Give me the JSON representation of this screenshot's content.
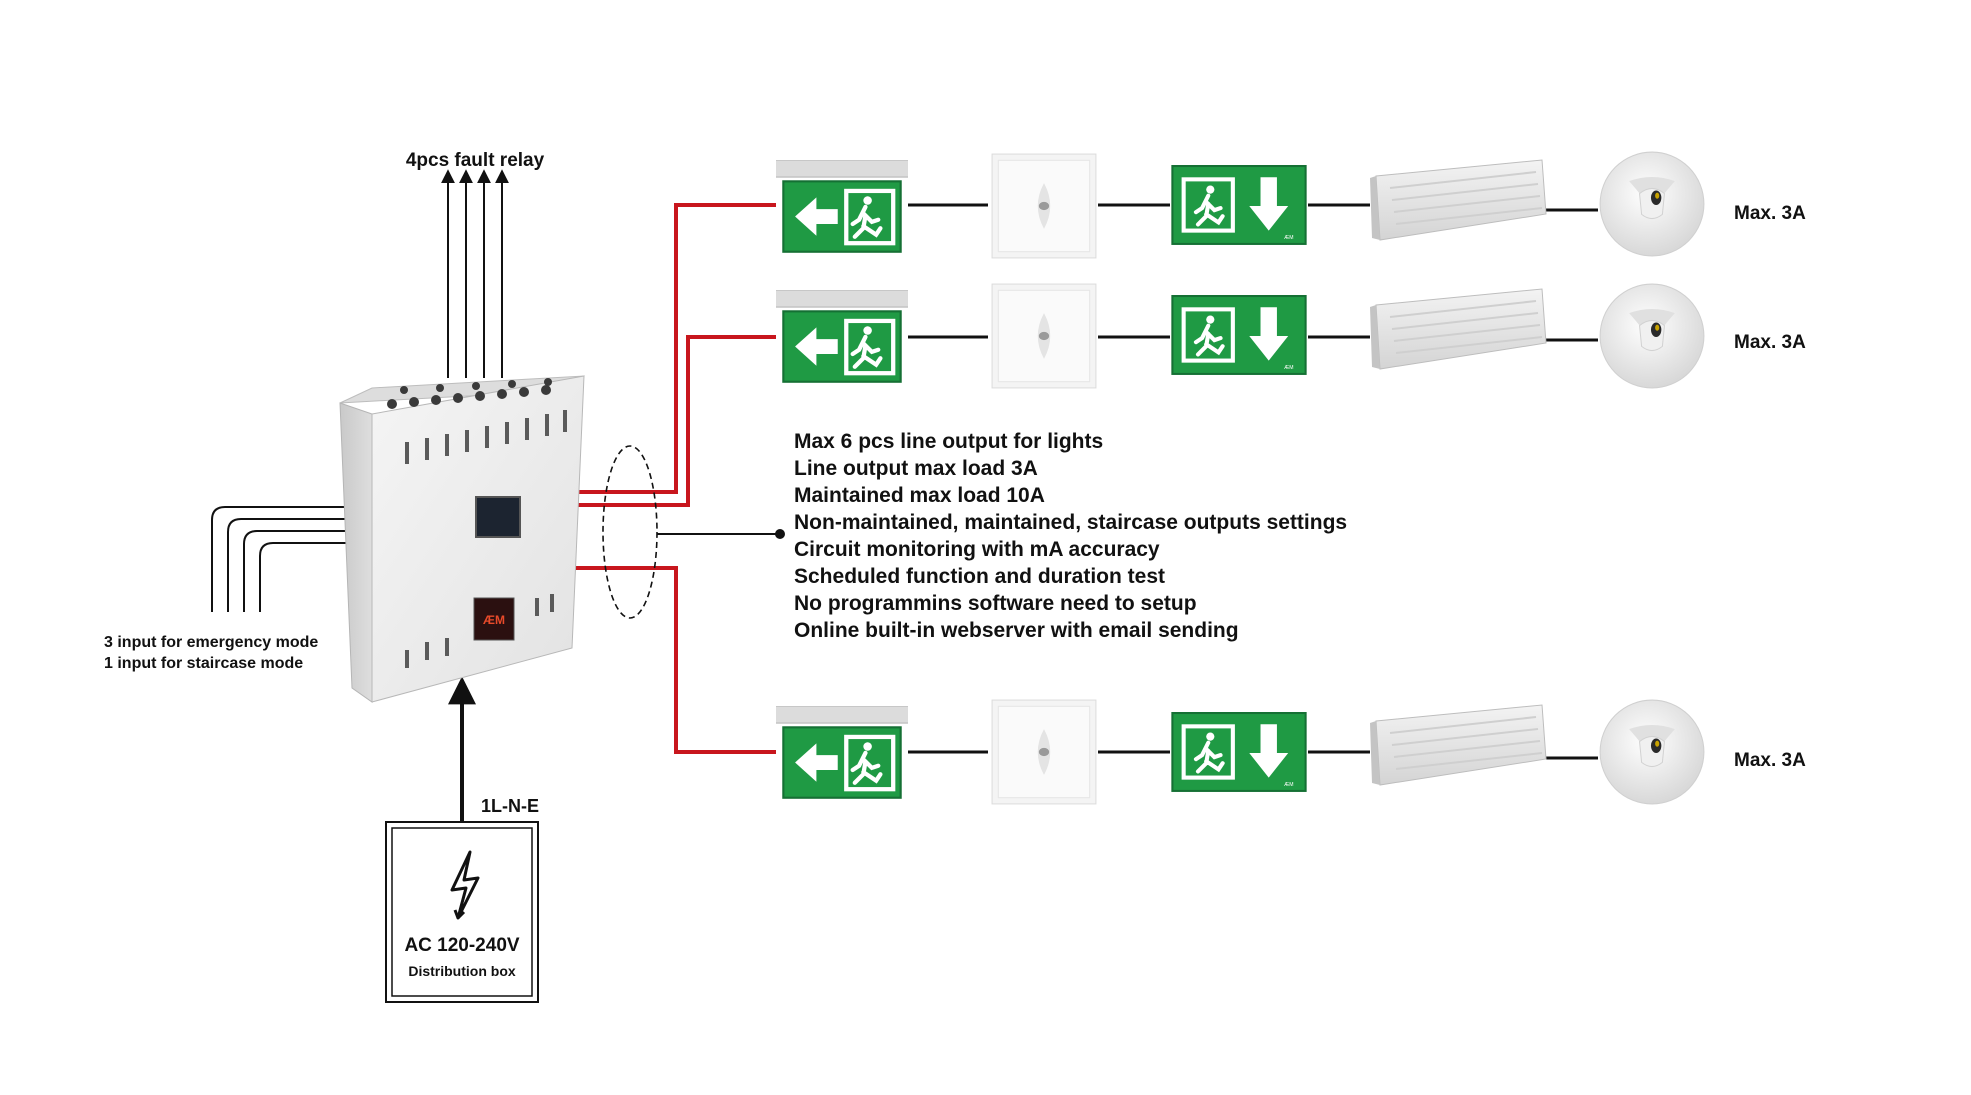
{
  "fault_relay": {
    "label": "4pcs fault relay"
  },
  "inputs": {
    "line1": "3 input for emergency mode",
    "line2": "1 input for staircase mode"
  },
  "supply": {
    "cable_label": "1L-N-E",
    "voltage": "AC 120-240V",
    "box_label": "Distribution box"
  },
  "features": [
    "Max 6 pcs line output for lights",
    "Line output max load 3A",
    "Maintained max load 10A",
    "Non-maintained, maintained, staircase outputs settings",
    "Circuit monitoring with mA accuracy",
    "Scheduled function and duration test",
    "No programmins software need to setup",
    "Online built-in webserver with email sending"
  ],
  "lines": [
    {
      "max_label": "Max. 3A"
    },
    {
      "max_label": "Max. 3A"
    },
    {
      "max_label": "Max. 3A"
    }
  ],
  "colors": {
    "wire_red": "#c8161d",
    "wire_black": "#111111",
    "exit_green": "#1f9a44",
    "cabinet": "#eeeeee"
  },
  "icons": [
    "exit-sign-left-icon",
    "ceiling-light-icon",
    "exit-sign-down-icon",
    "bulkhead-light-icon",
    "downlight-icon",
    "lightning-icon"
  ]
}
